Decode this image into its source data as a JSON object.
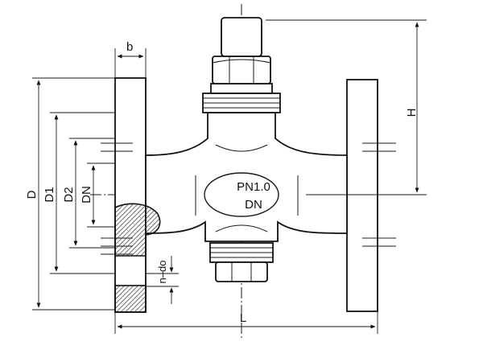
{
  "labels": {
    "b": "b",
    "H": "H",
    "D": "D",
    "D1": "D1",
    "D2": "D2",
    "DN_side": "DN",
    "n_do": "n–do",
    "L": "L",
    "pn": "PN1.0",
    "dn_body": "DN"
  },
  "colors": {
    "line": "#1a1a1a",
    "background": "#ffffff",
    "hatch": "#333333"
  }
}
